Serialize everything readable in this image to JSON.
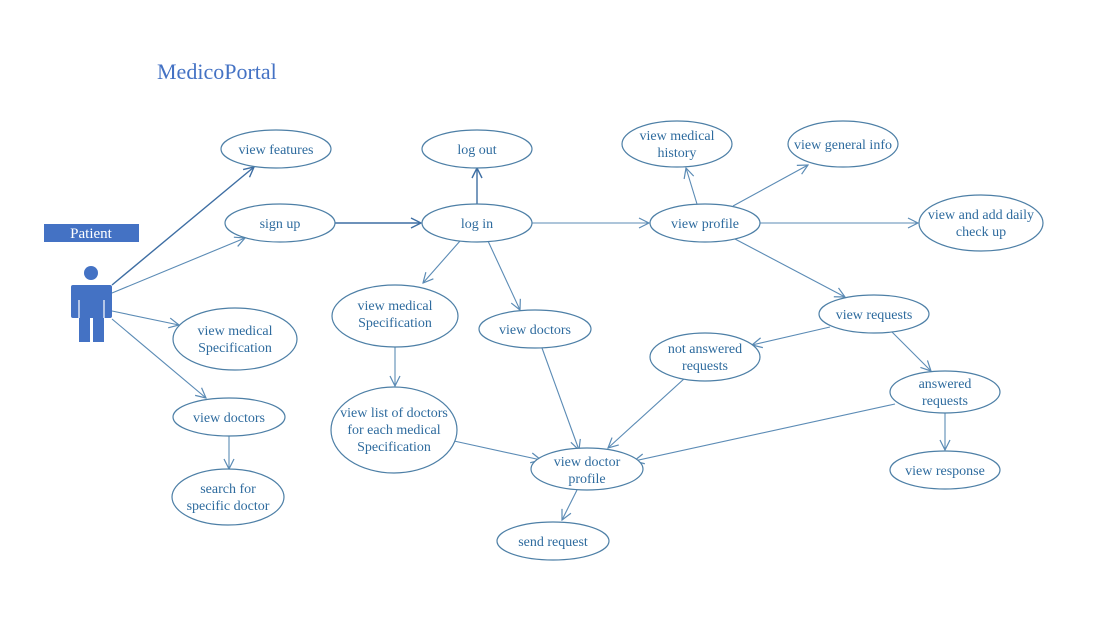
{
  "title": "MedicoPortal",
  "actor": {
    "label": "Patient",
    "icon": "person-icon",
    "color": "#4472c4"
  },
  "use_cases": {
    "view_features": [
      "view features"
    ],
    "sign_up": [
      "sign up"
    ],
    "log_out": [
      "log out"
    ],
    "log_in": [
      "log in"
    ],
    "view_medical_history": [
      "view medical",
      "history"
    ],
    "view_general_info": [
      "view general info"
    ],
    "view_profile": [
      "view profile"
    ],
    "view_add_daily_checkup": [
      "view and add daily",
      "check up"
    ],
    "view_medical_spec_left": [
      "view medical",
      "Specification"
    ],
    "view_doctors_left": [
      "view doctors"
    ],
    "search_doctor": [
      "search for",
      "specific doctor"
    ],
    "view_medical_spec_mid": [
      "view medical",
      "Specification"
    ],
    "view_doctors_mid": [
      "view doctors"
    ],
    "view_list_doctors": [
      "view list of doctors",
      "for each medical",
      "Specification"
    ],
    "view_doctor_profile": [
      "view doctor",
      "profile"
    ],
    "send_request": [
      "send request"
    ],
    "view_requests": [
      "view requests"
    ],
    "not_answered": [
      "not answered",
      "requests"
    ],
    "answered": [
      "answered",
      "requests"
    ],
    "view_response": [
      "view response"
    ]
  }
}
